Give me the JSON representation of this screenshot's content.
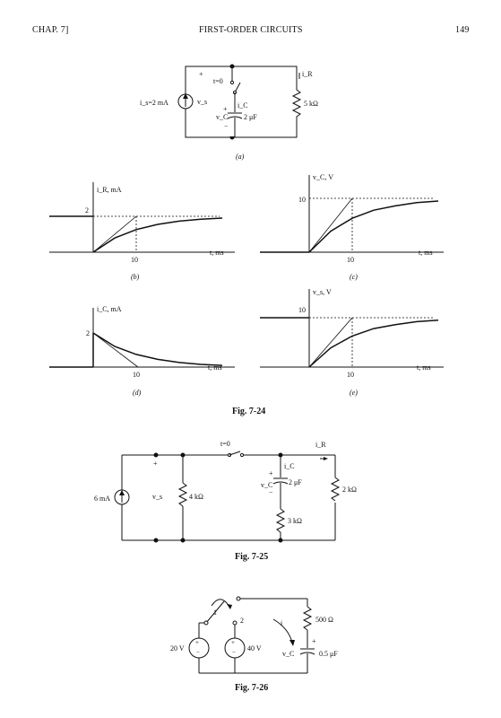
{
  "header": {
    "left": "CHAP. 7]",
    "center": "FIRST-ORDER CIRCUITS",
    "right": "149"
  },
  "fig24a": {
    "source": "i_s=2 mA",
    "vs": "v_s",
    "plus": "+",
    "switch": "t=0",
    "ic": "i_C",
    "iR": "i_R",
    "vc": "v_C",
    "cap": "2 μF",
    "res": "5 kΩ",
    "minus": "−",
    "label": "(a)"
  },
  "fig24b": {
    "ylabel": "i_R, mA",
    "ytick": "2",
    "xtick": "10",
    "xlabel": "t, ms",
    "label": "(b)"
  },
  "fig24c": {
    "ylabel": "v_C, V",
    "ytick": "10",
    "xtick": "10",
    "xlabel": "t, ms",
    "label": "(c)"
  },
  "fig24d": {
    "ylabel": "i_C, mA",
    "ytick": "2",
    "xtick": "10",
    "xlabel": "t, ms",
    "label": "(d)"
  },
  "fig24e": {
    "ylabel": "v_s, V",
    "ytick": "10",
    "xtick": "10",
    "xlabel": "t, ms",
    "label": "(e)"
  },
  "caption24": "Fig. 7-24",
  "fig25": {
    "source": "6 mA",
    "plus": "+",
    "vs": "v_s",
    "r1": "4 kΩ",
    "switch": "t=0",
    "iR": "i_R",
    "ic": "i_C",
    "vc": "v_C",
    "minus": "−",
    "cap": "2 μF",
    "r2": "3 kΩ",
    "r3": "2 kΩ"
  },
  "caption25": "Fig. 7-25",
  "fig26": {
    "pos1": "1",
    "pos2": "2",
    "i": "i",
    "v1": "20 V",
    "v2": "40 V",
    "res": "500 Ω",
    "vc": "v_C",
    "cap": "0.5 μF",
    "plus": "+"
  },
  "caption26": "Fig. 7-26",
  "chart_data": [
    {
      "type": "line",
      "title": "(b)",
      "ylabel": "i_R, mA",
      "xlabel": "t, ms",
      "series": [
        {
          "name": "",
          "x": [
            -10,
            0,
            5,
            10,
            15,
            20,
            25,
            30
          ],
          "values": [
            2,
            0,
            0.79,
            1.26,
            1.55,
            1.73,
            1.84,
            1.9
          ]
        }
      ]
    },
    {
      "type": "line",
      "title": "(c)",
      "ylabel": "v_C, V",
      "xlabel": "t, ms",
      "series": [
        {
          "name": "",
          "x": [
            -10,
            0,
            5,
            10,
            15,
            20,
            25,
            30
          ],
          "values": [
            0,
            0,
            3.9,
            6.3,
            7.8,
            8.6,
            9.2,
            9.5
          ]
        }
      ]
    },
    {
      "type": "line",
      "title": "(d)",
      "ylabel": "i_C, mA",
      "xlabel": "t, ms",
      "series": [
        {
          "name": "",
          "x": [
            -10,
            0,
            5,
            10,
            15,
            20,
            25,
            30
          ],
          "values": [
            0,
            2,
            1.21,
            0.74,
            0.45,
            0.27,
            0.16,
            0.1
          ]
        }
      ]
    },
    {
      "type": "line",
      "title": "(e)",
      "ylabel": "v_s, V",
      "xlabel": "t, ms",
      "series": [
        {
          "name": "",
          "x": [
            -10,
            0,
            5,
            10,
            15,
            20,
            25,
            30
          ],
          "values": [
            10,
            0,
            3.9,
            6.3,
            7.8,
            8.6,
            9.2,
            9.5
          ]
        }
      ]
    }
  ]
}
